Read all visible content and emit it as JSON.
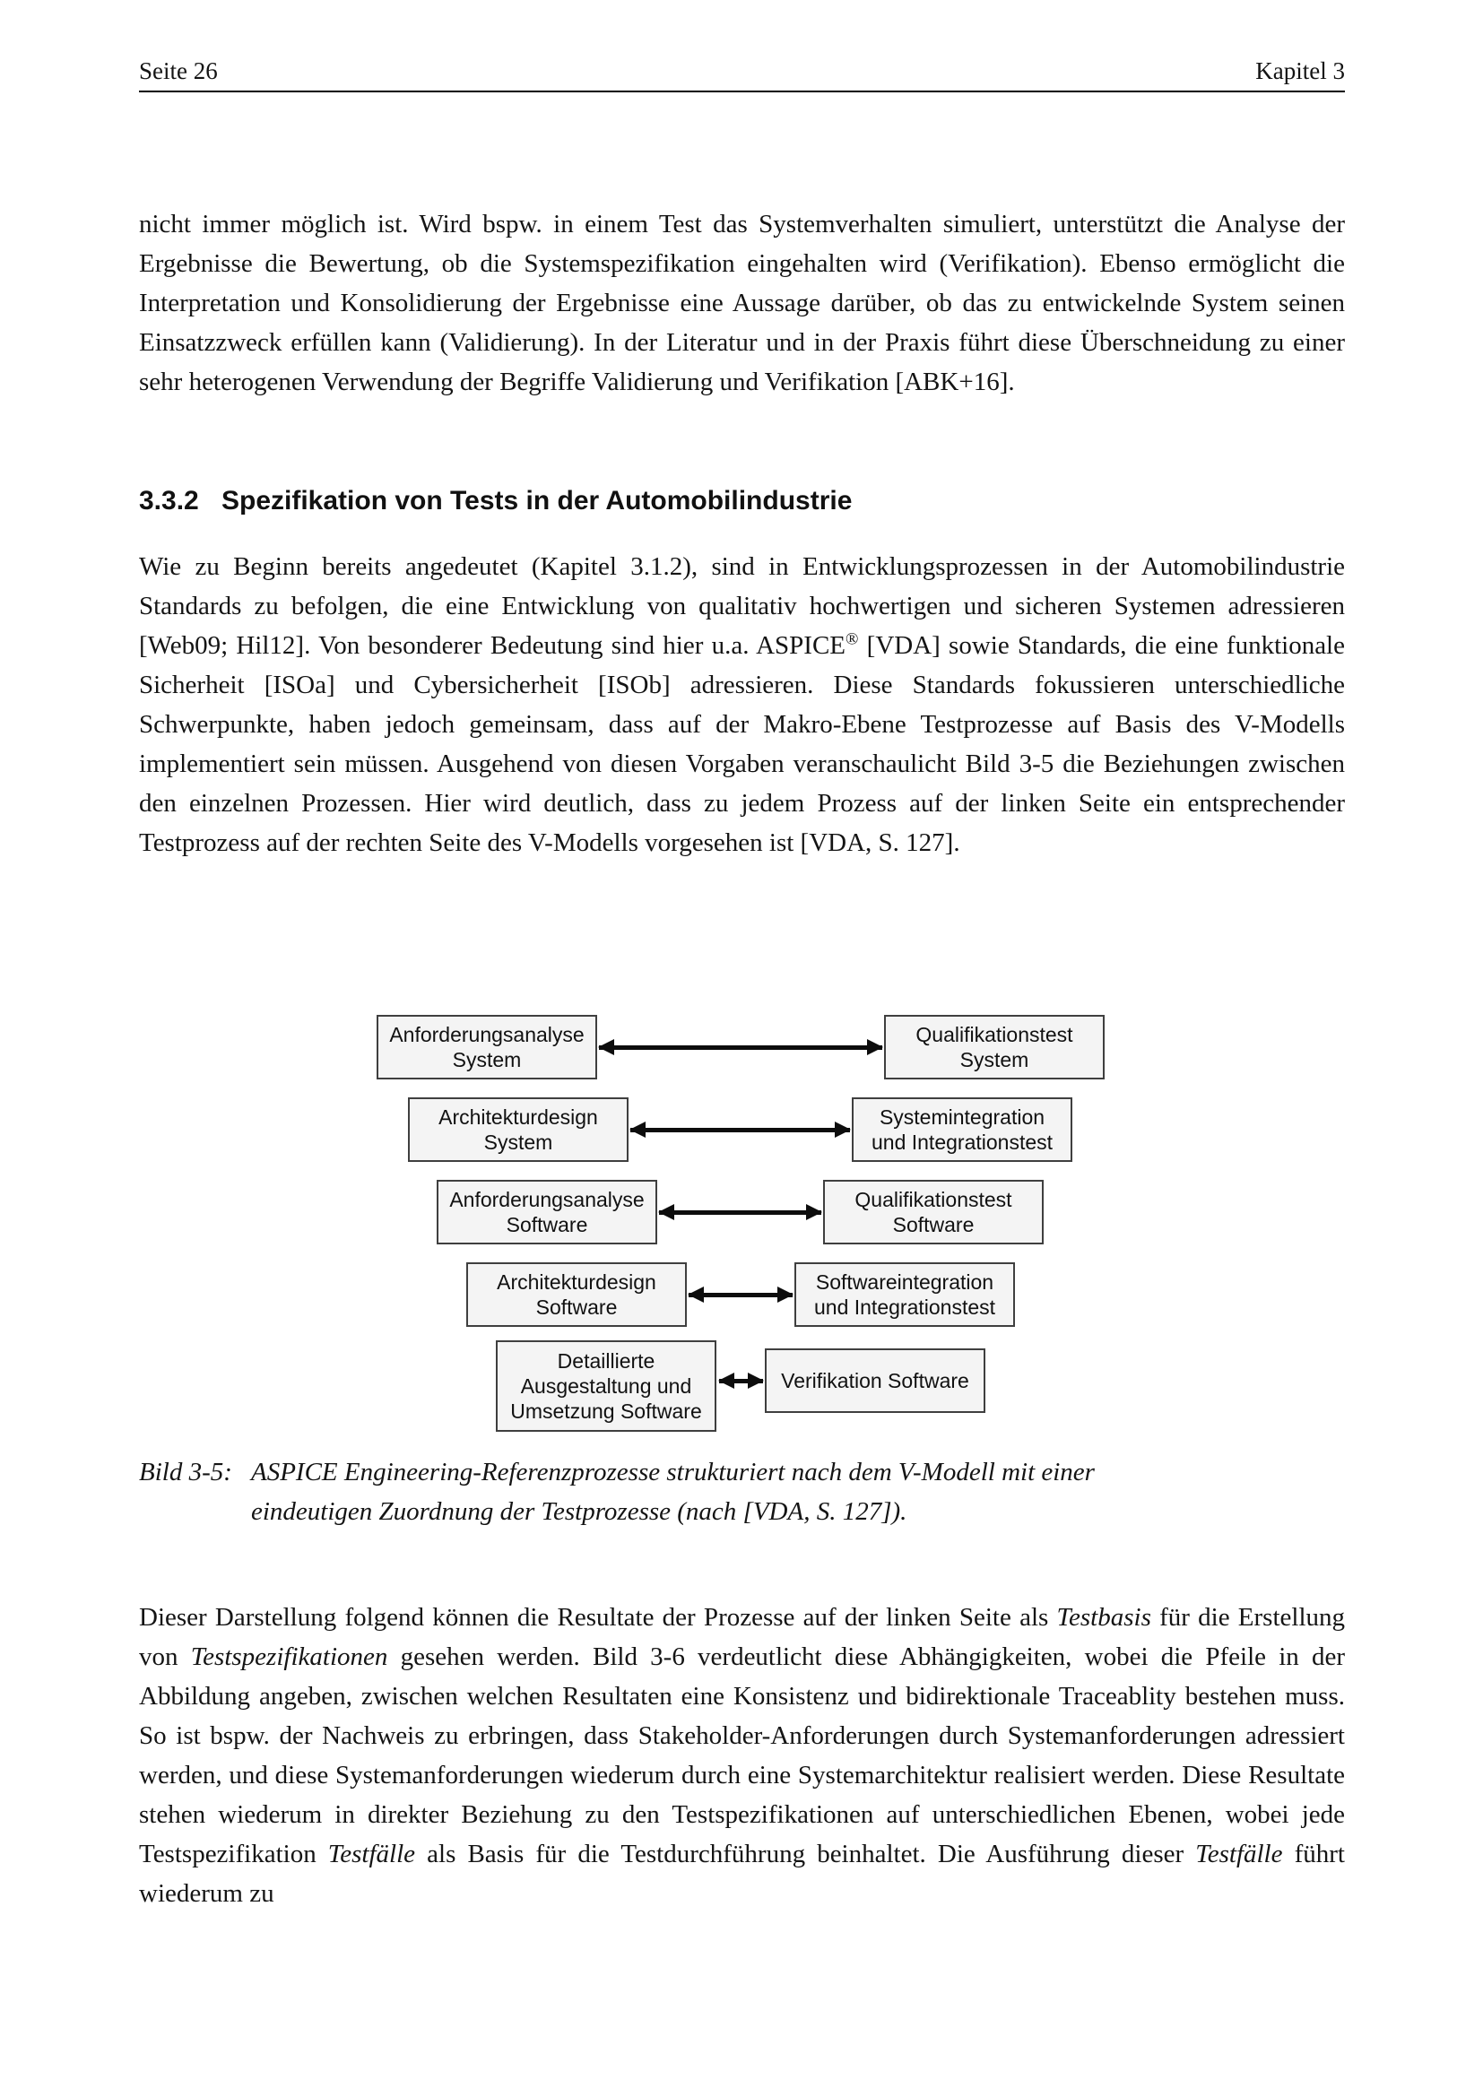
{
  "page": {
    "header_left": "Seite 26",
    "header_right": "Kapitel 3"
  },
  "body": {
    "p1": "nicht immer möglich ist. Wird bspw. in einem Test das Systemverhalten simuliert, unterstützt die Analyse der Ergebnisse die Bewertung, ob die Systemspezifikation eingehalten wird (Verifikation). Ebenso ermöglicht die Interpretation und Konsolidierung der Ergebnisse eine Aussage darüber, ob das zu entwickelnde System seinen Einsatzzweck erfüllen kann (Validierung). In der Literatur und in der Praxis führt diese Überschneidung zu einer sehr heterogenen Verwendung der Begriffe Validierung und Verifikation [ABK+16].",
    "heading": {
      "number": "3.3.2",
      "title": "Spezifikation von Tests in der Automobilindustrie"
    },
    "p2": {
      "seg0": "Wie zu Beginn bereits angedeutet (Kapitel 3.1.2), sind in Entwicklungsprozessen in der Automobilindustrie Standards zu befolgen, die eine Entwicklung von qualitativ hochwertigen und sicheren Systemen adressieren [Web09; Hil12]. Von besonderer Bedeutung sind hier u.a. ASPICE",
      "sup": "®",
      "seg1": " [VDA] sowie Standards, die eine funktionale Sicherheit [ISOa] und Cybersicherheit [ISOb] adressieren. Diese Standards fokussieren unterschiedliche Schwerpunkte, haben jedoch gemeinsam, dass auf der Makro-Ebene Testprozesse auf Basis des V-Modells implementiert sein müssen. Ausgehend von diesen Vorgaben veranschaulicht Bild 3-5 die Beziehungen zwischen den einzelnen Prozessen. Hier wird deutlich, dass zu jedem Prozess auf der linken Seite ein entsprechender Testprozess auf der rechten Seite des V-Modells vorgesehen ist [VDA, S. 127]."
    },
    "p3": {
      "segments": [
        "Dieser Darstellung folgend können die Resultate der Prozesse auf der linken Seite als ",
        "Testbasis",
        " für die Erstellung von ",
        "Testspezifikationen",
        " gesehen werden. Bild 3-6 verdeutlicht diese Abhängigkeiten, wobei die Pfeile in der Abbildung angeben, zwischen welchen Resultaten eine Konsistenz und bidirektionale Traceablity bestehen muss. So ist bspw. der Nachweis zu erbringen, dass Stakeholder-Anforderungen durch Systemanforderungen adressiert werden, und diese Systemanforderungen wiederum durch eine Systemarchitektur realisiert werden. Diese Resultate stehen wiederum in direkter Beziehung zu den Testspezifikationen auf unterschiedlichen Ebenen, wobei jede Testspezifikation ",
        "Testfälle",
        " als Basis für die Testdurchführung beinhaltet. Die Ausführung dieser ",
        "Testfälle",
        " führt wiederum zu"
      ]
    }
  },
  "figure": {
    "rows": [
      {
        "left": "Anforderungsanalyse System",
        "right": "Qualifikationstest System"
      },
      {
        "left": "Architekturdesign System",
        "right": "Systemintegration und Integrationstest"
      },
      {
        "left": "Anforderungsanalyse Software",
        "right": "Qualifikationstest Software"
      },
      {
        "left": "Architekturdesign Software",
        "right": "Softwareintegration und Integrationstest"
      },
      {
        "left": "Detaillierte Ausgestaltung und Umsetzung Software",
        "right": "Verifikation Software"
      }
    ],
    "caption_label": "Bild 3-5:",
    "caption_text": "ASPICE Engineering-Referenzprozesse strukturiert nach dem V-Modell mit einer eindeutigen Zuordnung der Testprozesse (nach [VDA, S. 127])."
  }
}
